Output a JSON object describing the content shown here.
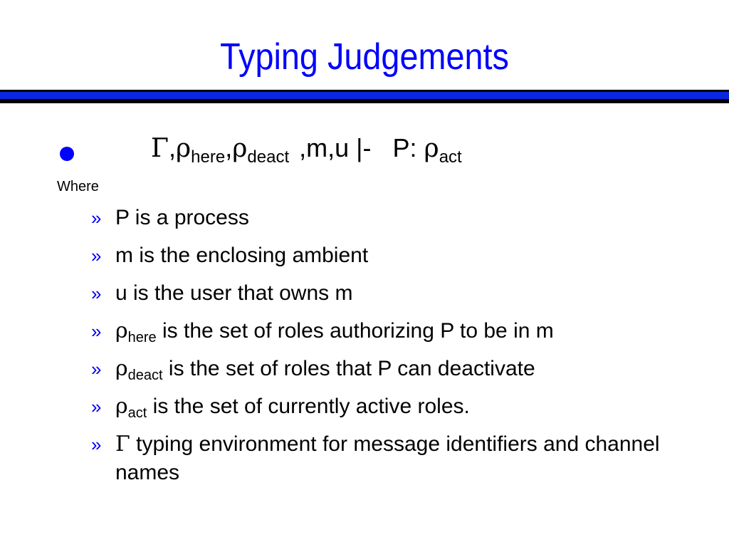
{
  "slide": {
    "title": "Typing Judgements",
    "formula": {
      "gamma": "Γ",
      "rho": "ρ",
      "comma": ",",
      "sub_here": "here",
      "sub_deact": "deact",
      "sub_act": "act",
      "mid": ",m,u |-",
      "p_colon": "P:"
    },
    "where_label": "Where",
    "items": [
      {
        "text": "P is a process"
      },
      {
        "text": "m is the enclosing ambient"
      },
      {
        "text": "u is the user that owns m"
      },
      {
        "symbol": "ρ",
        "sub": "here",
        "text": " is the set of roles authorizing P to be in m"
      },
      {
        "symbol": "ρ",
        "sub": "deact",
        "text": " is the set of roles that P can deactivate"
      },
      {
        "symbol": "ρ",
        "sub": "act",
        "text": " is the set of currently active roles."
      },
      {
        "symbol": "Γ",
        "text": " typing environment for message identifiers and channel names"
      }
    ],
    "bullet_marker": "»",
    "colors": {
      "title": "#0000ff",
      "accent": "#0a28e0",
      "bullet": "#0000ff"
    }
  }
}
